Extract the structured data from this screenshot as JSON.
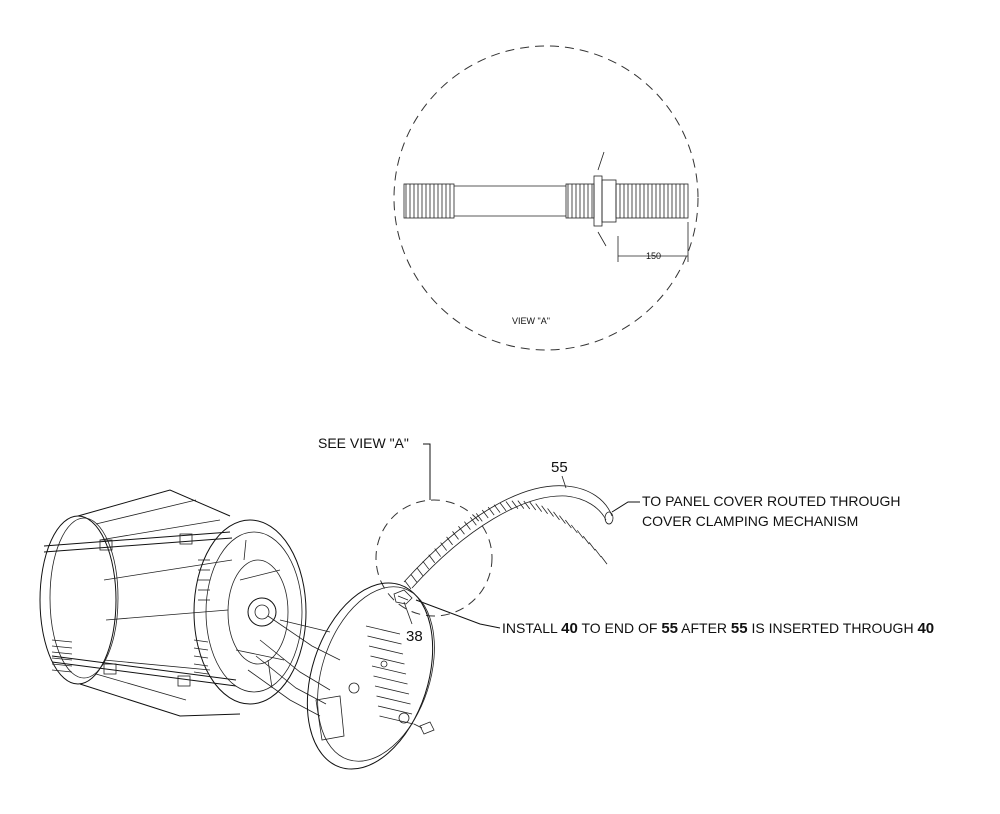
{
  "detail_view": {
    "caption": "VIEW \"A\"",
    "dimension": "150"
  },
  "callouts": {
    "see_view": "SEE VIEW \"A\"",
    "part_55": "55",
    "part_38": "38",
    "routing_line1": "TO PANEL COVER ROUTED THROUGH",
    "routing_line2": "COVER CLAMPING MECHANISM",
    "install_note": {
      "t1": "INSTALL ",
      "b1": "40",
      "t2": " TO END OF ",
      "b2": "55",
      "t3": " AFTER ",
      "b3": "55",
      "t4": " IS INSERTED THROUGH ",
      "b4": "40"
    }
  },
  "colors": {
    "line": "#111111",
    "background": "#ffffff"
  }
}
